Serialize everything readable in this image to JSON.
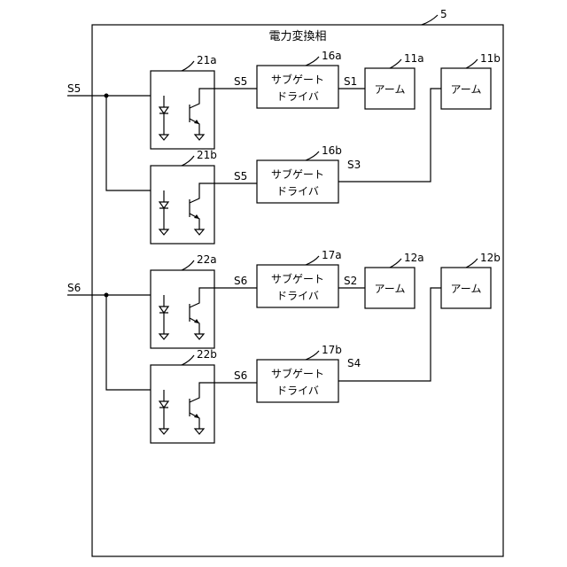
{
  "figure": {
    "outer_box": {
      "ref": "5",
      "title": "電力変換相"
    },
    "signals": {
      "s5": "S5",
      "s6": "S6",
      "s1": "S1",
      "s2": "S2",
      "s3": "S3",
      "s4": "S4"
    },
    "photocouplers": [
      {
        "ref": "21a"
      },
      {
        "ref": "21b"
      },
      {
        "ref": "22a"
      },
      {
        "ref": "22b"
      }
    ],
    "sub_gate_drivers": [
      {
        "ref": "16a",
        "line1": "サブゲート",
        "line2": "ドライバ"
      },
      {
        "ref": "16b",
        "line1": "サブゲート",
        "line2": "ドライバ"
      },
      {
        "ref": "17a",
        "line1": "サブゲート",
        "line2": "ドライバ"
      },
      {
        "ref": "17b",
        "line1": "サブゲート",
        "line2": "ドライバ"
      }
    ],
    "arms": [
      {
        "ref": "11a",
        "label": "アーム"
      },
      {
        "ref": "11b",
        "label": "アーム"
      },
      {
        "ref": "12a",
        "label": "アーム"
      },
      {
        "ref": "12b",
        "label": "アーム"
      }
    ]
  }
}
